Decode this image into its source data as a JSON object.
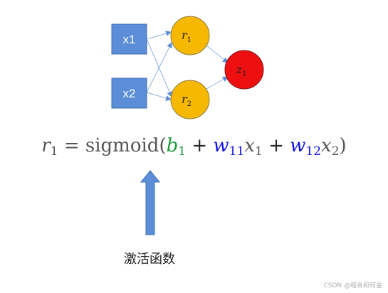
{
  "inputs": [
    {
      "label": "x1"
    },
    {
      "label": "x2"
    }
  ],
  "hidden": [
    {
      "sym": "r",
      "sub": "1"
    },
    {
      "sym": "r",
      "sub": "2"
    }
  ],
  "output": {
    "sym": "z",
    "sub": "1"
  },
  "formula": {
    "lhs_sym": "r",
    "lhs_sub": "1",
    "eq": "=",
    "func": "sigmoid(",
    "b_sym": "b",
    "b_sub": "1",
    "plus1": "+",
    "w1_sym": "w",
    "w1_sub": "11",
    "x1_sym": "x",
    "x1_sub": "1",
    "plus2": "+",
    "w2_sym": "w",
    "w2_sub": "12",
    "x2_sym": "x",
    "x2_sub": "2",
    "close": ")"
  },
  "caption": "激活函数",
  "watermark": "CSDN @缩合和何金",
  "colors": {
    "input_box": "#5b8ed6",
    "hidden_node": "#f6b800",
    "output_node": "#ee1010",
    "bias": "#1a9a3a",
    "weight": "#1010dd",
    "arrow": "#5b8ed6"
  }
}
